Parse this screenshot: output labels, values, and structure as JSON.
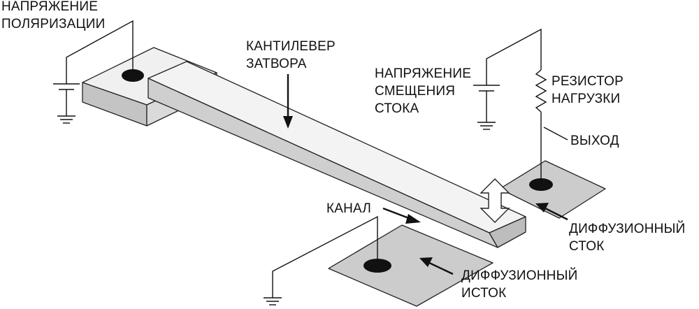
{
  "labels": {
    "bias_voltage": [
      "НАПРЯЖЕНИЕ",
      "ПОЛЯРИЗАЦИИ"
    ],
    "gate_cantilever": [
      "КАНТИЛЕВЕР",
      "ЗАТВОРА"
    ],
    "drain_bias": [
      "НАПРЯЖЕНИЕ",
      "СМЕЩЕНИЯ",
      "СТОКА"
    ],
    "load_resistor": [
      "РЕЗИСТОР",
      "НАГРУЗКИ"
    ],
    "output": "ВЫХОД",
    "channel": "КАНАЛ",
    "diffused_drain": [
      "ДИФФУЗИОННЫЙ",
      "СТОК"
    ],
    "diffused_source": [
      "ДИФФУЗИОННЫЙ",
      "ИСТОК"
    ]
  },
  "colors": {
    "line": "#111111",
    "beam_top": "#f2f2f2",
    "beam_side": "#cfcfcf",
    "beam_front": "#bdbdbd",
    "pad": "#cccccc",
    "contact": "#111111"
  }
}
